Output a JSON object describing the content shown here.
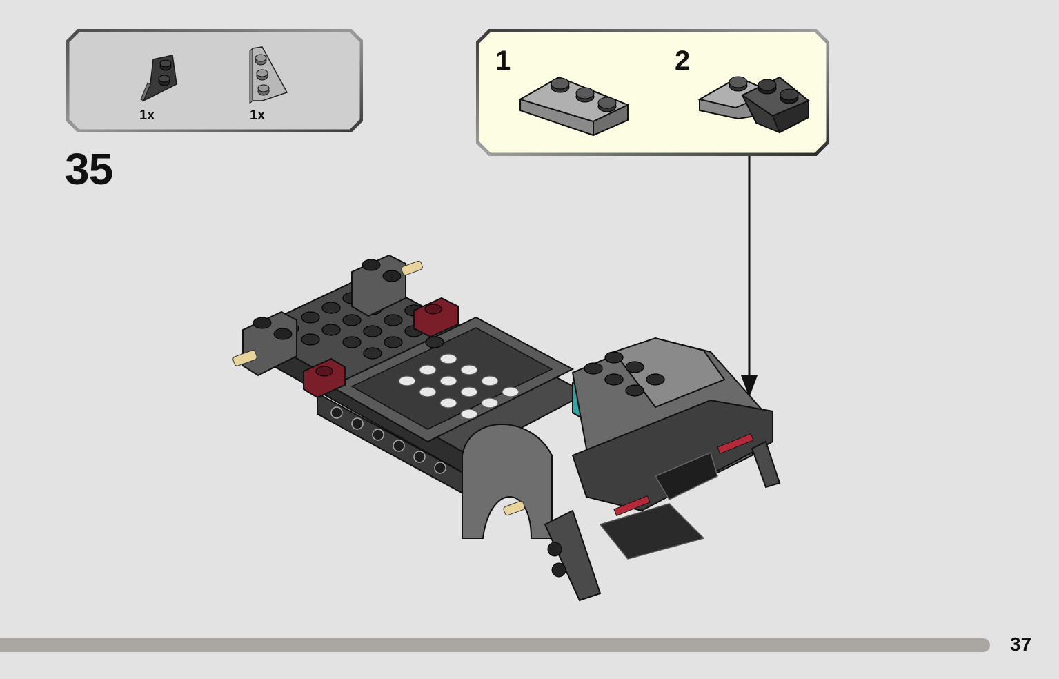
{
  "parts_callout": {
    "parts": [
      {
        "icon": "wedge-plate-left-icon",
        "qty": "1x"
      },
      {
        "icon": "wedge-plate-right-icon",
        "qty": "1x"
      }
    ]
  },
  "step": {
    "number": "35"
  },
  "subassembly": {
    "steps": [
      {
        "number": "1",
        "icon": "wedge-plate-icon"
      },
      {
        "number": "2",
        "icon": "wedge-plate-stacked-icon"
      }
    ]
  },
  "model": {
    "icon": "car-chassis-build-icon"
  },
  "footer": {
    "page_number": "37"
  },
  "colors": {
    "page_background": "#e3e3e3",
    "parts_callout_fill": "#cfcfcf",
    "subassembly_fill": "#fdfde3",
    "progress_bar": "#aaa6a1",
    "brick_dark_grey": "#555555",
    "brick_black": "#2b2b2b",
    "brick_dark_red": "#7a1e2a",
    "brick_teal": "#2aa6a6",
    "brick_tan": "#e8d39a"
  }
}
